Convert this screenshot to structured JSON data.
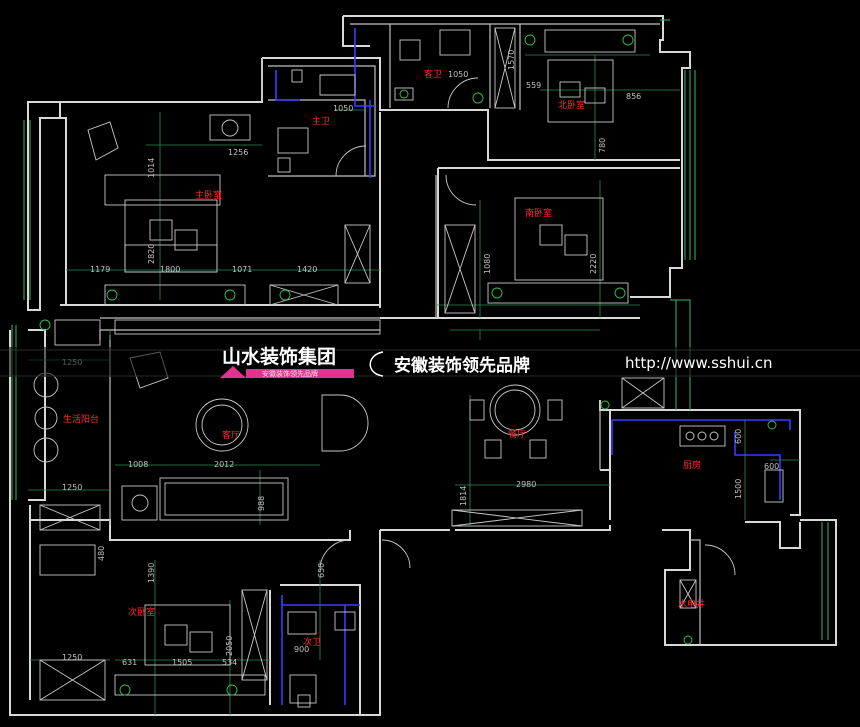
{
  "rooms": {
    "master_bedroom": "主卧室",
    "master_bath": "主卫",
    "guest_bath": "客卫",
    "north_bedroom": "北卧室",
    "south_bedroom": "南卧室",
    "living_balcony": "生活阳台",
    "living_room": "客厅",
    "dining_room": "餐厅",
    "kitchen": "厨房",
    "water_heater": "水电井",
    "second_bedroom": "次卧室",
    "second_bath": "次卫"
  },
  "dims": {
    "d1256": "1256",
    "d1050a": "1050",
    "d1050b": "1050",
    "d1570": "1570",
    "d559": "559",
    "d856": "856",
    "d780": "780",
    "d1014": "1014",
    "d2820": "2820",
    "d1179": "1179",
    "d1800": "1800",
    "d1071": "1071",
    "d1420": "1420",
    "d1080": "1080",
    "d2220": "2220",
    "d1250a": "1250",
    "d1250b": "1250",
    "d1250c": "1250",
    "d1008": "1008",
    "d2012": "2012",
    "d988": "988",
    "d1814": "1814",
    "d2980": "2980",
    "d600a": "600",
    "d600b": "600",
    "d1500": "1500",
    "d480": "480",
    "d1390": "1390",
    "d631": "631",
    "d1505": "1505",
    "d534": "534",
    "d2050": "2050",
    "d900": "900",
    "d650": "650"
  },
  "brand": {
    "company": "山水装饰集团",
    "subtitle": "安徽装饰领先品牌",
    "slogan": "安徽装饰领先品牌",
    "url": "http://www.sshui.cn",
    "accent": "#e0338f"
  }
}
